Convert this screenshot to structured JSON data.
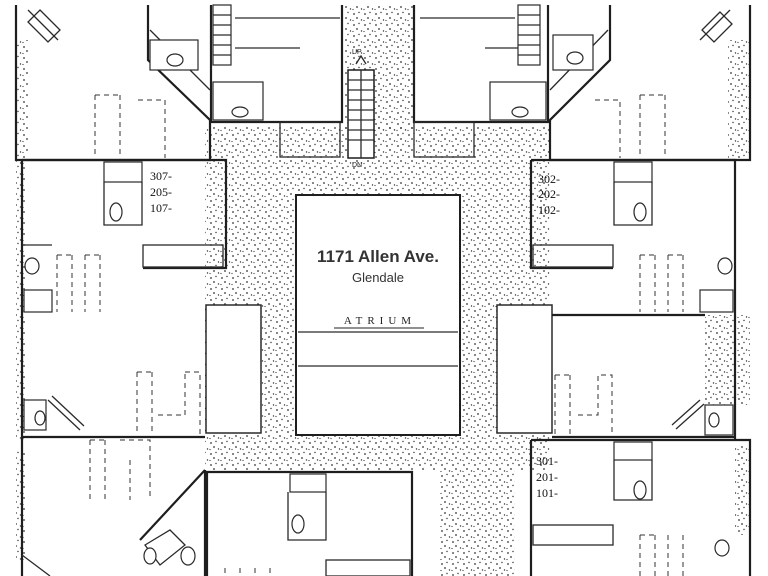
{
  "building": {
    "address": "1171 Allen Ave.",
    "city": "Glendale",
    "court_label": "ATRIUM"
  },
  "stair": {
    "up_label": "UP",
    "down_label": "DN"
  },
  "units": {
    "west_upper": [
      "307-",
      "205-",
      "107-"
    ],
    "east_upper": [
      "302-",
      "202-",
      "102-"
    ],
    "east_lower": [
      "301-",
      "201-",
      "101-"
    ]
  }
}
